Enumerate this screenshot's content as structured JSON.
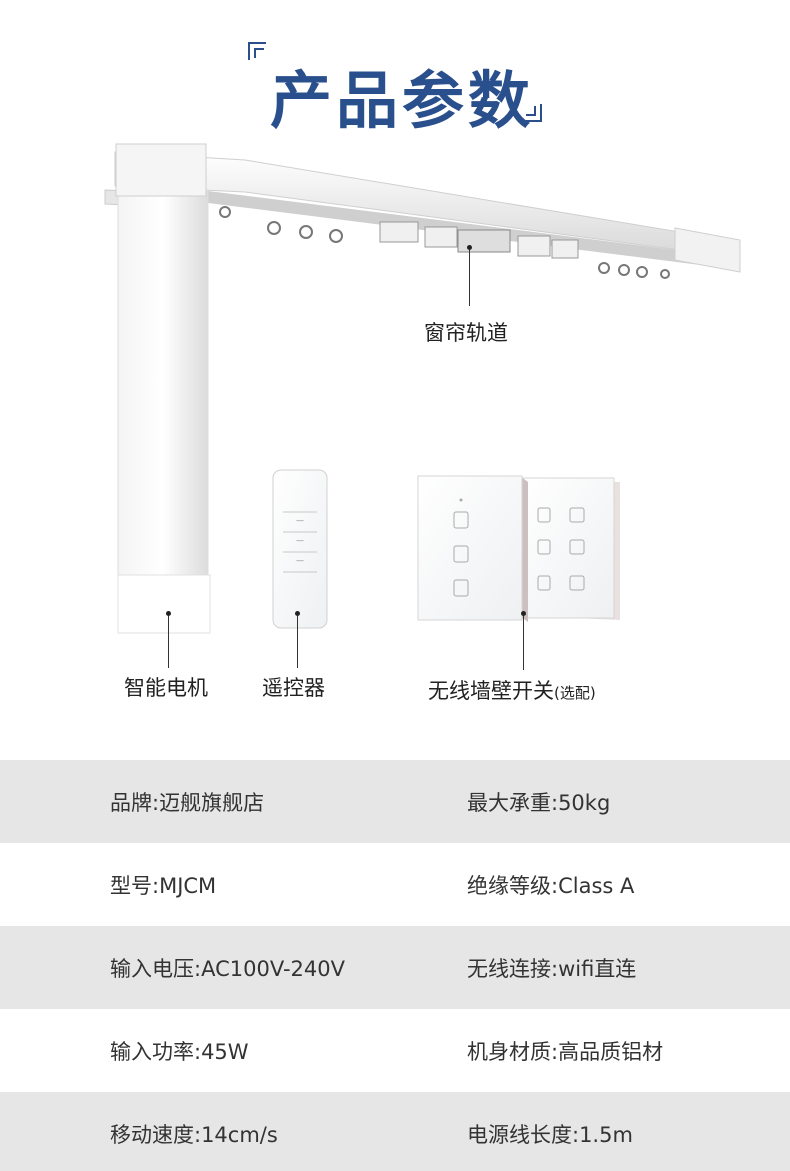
{
  "title": "产品参数",
  "callouts": {
    "rail": "窗帘轨道",
    "motor": "智能电机",
    "remote": "遥控器",
    "switch": "无线墙壁开关",
    "switch_note": "(选配)"
  },
  "specs": [
    {
      "left": "品牌:迈舰旗舰店",
      "right": "最大承重:50kg"
    },
    {
      "left": "型号:MJCM",
      "right": "绝缘等级:Class A"
    },
    {
      "left": "输入电压:AC100V-240V",
      "right": "无线连接:wifi直连"
    },
    {
      "left": "输入功率:45W",
      "right": "机身材质:高品质铝材"
    },
    {
      "left": "移动速度:14cm/s",
      "right": "电源线长度:1.5m"
    }
  ],
  "colors": {
    "title": "#2a4f8d",
    "row_shade": "#e6e6e6"
  }
}
